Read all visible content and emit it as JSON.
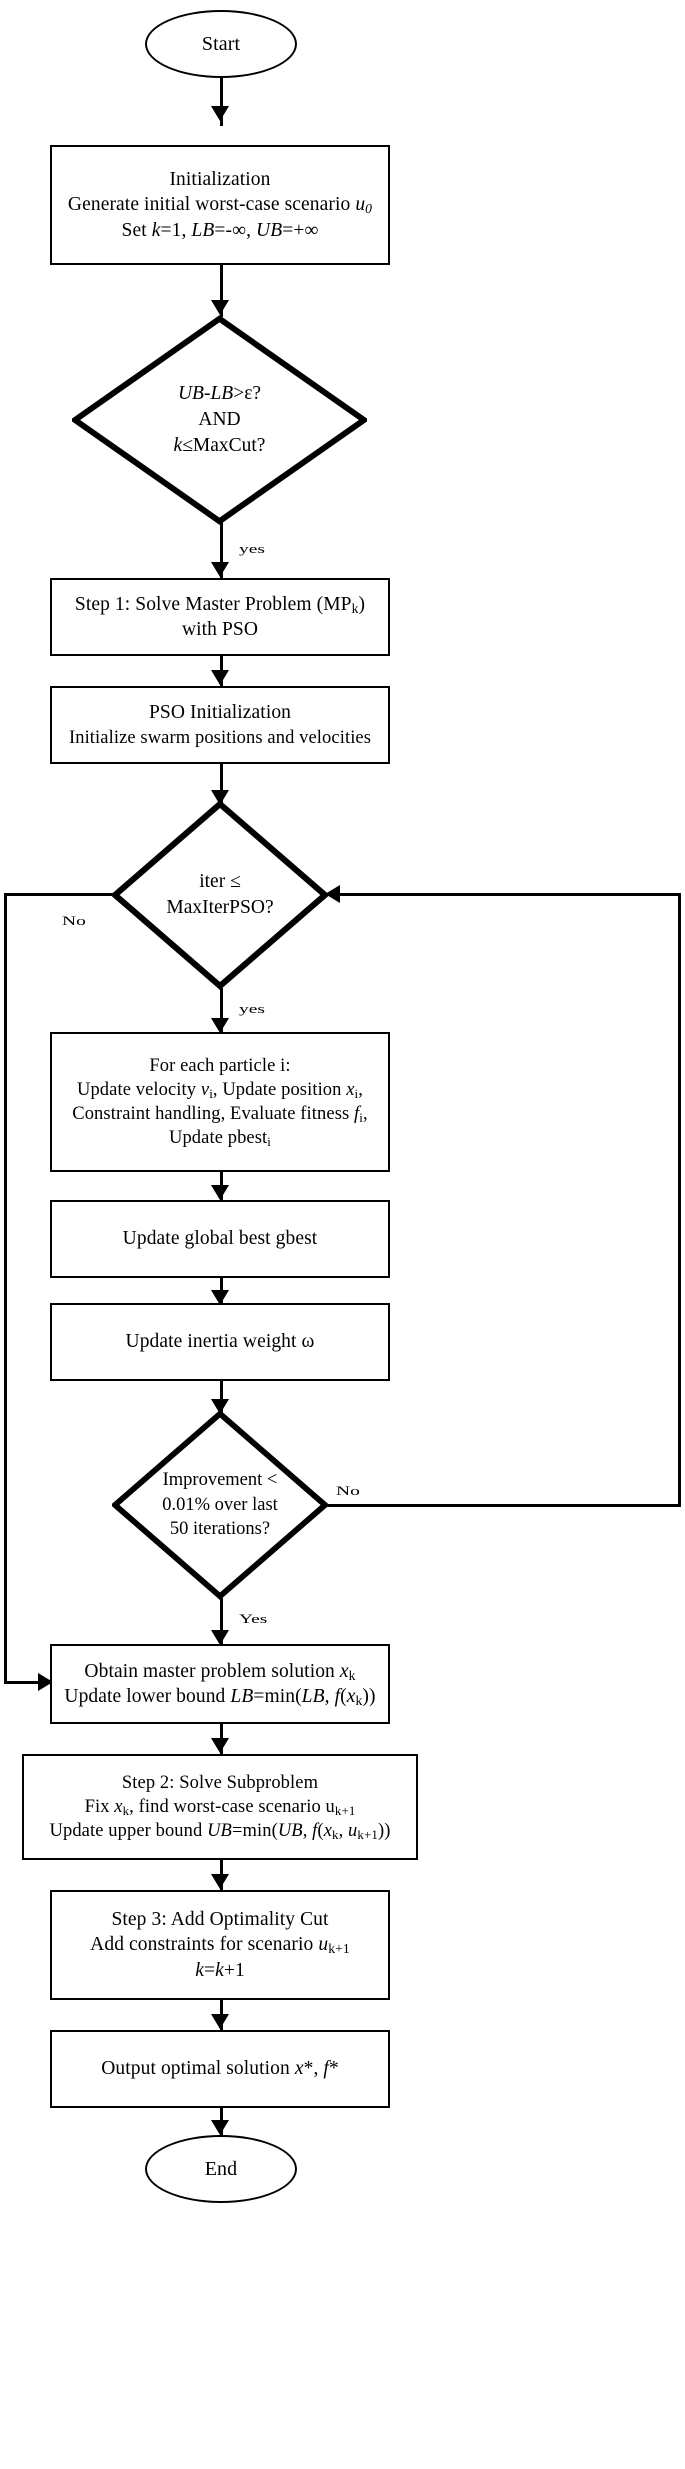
{
  "diagram": {
    "title": "Nested PSO / Benders-type decomposition flowchart",
    "type": "flowchart",
    "stroke_color": "#000000",
    "fill_color": "#ffffff"
  },
  "nodes": {
    "start": {
      "shape": "terminator",
      "label": "Start"
    },
    "initialization": {
      "shape": "process",
      "line1": "Initialization",
      "line2_a": "Generate initial worst-case scenario ",
      "line2_u": "u",
      "line2_u_sub": "0",
      "line3_set": "Set ",
      "line3_k": "k",
      "line3_k_eq": "=1, ",
      "line3_lb": "LB",
      "line3_lb_eq": "=-∞, ",
      "line3_ub": "UB",
      "line3_ub_eq": "=+∞"
    },
    "convergence_check": {
      "shape": "decision",
      "line1_ublb": "UB-LB",
      "line1_rest": ">ε?",
      "line2": "AND",
      "line3_k": "k",
      "line3_rest": "≤MaxCut?"
    },
    "step1": {
      "shape": "process",
      "line1_a": "Step 1: Solve Master Problem (MP",
      "line1_sub": "k",
      "line1_b": ")",
      "line2": "with PSO"
    },
    "pso_init": {
      "shape": "process",
      "line1": "PSO Initialization",
      "line2": "Initialize swarm positions and velocities"
    },
    "iter_check": {
      "shape": "decision",
      "line1": "iter ≤",
      "line2": "MaxIterPSO?"
    },
    "particle_update": {
      "shape": "process",
      "line1": "For each particle i:",
      "line2_a": "Update velocity ",
      "line2_v": "v",
      "line2_v_sub": "i",
      "line2_b": ", Update position ",
      "line2_x": "x",
      "line2_x_sub": "i",
      "line2_c": ",",
      "line3_a": "Constraint handling, Evaluate fitness ",
      "line3_f": "f",
      "line3_f_sub": "i",
      "line3_b": ",",
      "line4_a": "Update pbest",
      "line4_sub": "i"
    },
    "update_gbest": {
      "shape": "process",
      "line1": "Update global best gbest"
    },
    "update_inertia": {
      "shape": "process",
      "line1": "Update inertia weight ω"
    },
    "improvement_check": {
      "shape": "decision",
      "line1": "Improvement <",
      "line2": "0.01% over last",
      "line3": "50 iterations?"
    },
    "obtain_master": {
      "shape": "process",
      "line1_a": "Obtain master problem solution ",
      "line1_x": "x",
      "line1_x_sub": "k",
      "line2_a": "Update lower bound ",
      "line2_lb": "LB",
      "line2_b": "=min(",
      "line2_lb2": "LB",
      "line2_c": ", ",
      "line2_f": "f",
      "line2_d": "(",
      "line2_x": "x",
      "line2_x_sub": "k",
      "line2_e": "))"
    },
    "step2": {
      "shape": "process",
      "line1": "Step 2: Solve Subproblem",
      "line2_a": "Fix ",
      "line2_x": "x",
      "line2_x_sub": "k",
      "line2_b": ", find worst-case scenario u",
      "line2_u_sub": "k+1",
      "line3_a": "Update upper bound ",
      "line3_ub": "UB",
      "line3_b": "=min(",
      "line3_ub2": "UB",
      "line3_c": ", ",
      "line3_f": "f",
      "line3_d": "(",
      "line3_x": "x",
      "line3_x_sub": "k",
      "line3_e": ", ",
      "line3_u": "u",
      "line3_u_sub": "k+1",
      "line3_g": "))"
    },
    "step3": {
      "shape": "process",
      "line1": "Step 3: Add Optimality Cut",
      "line2_a": "Add constraints for scenario ",
      "line2_u": "u",
      "line2_u_sub": "k+1",
      "line3_k1": "k",
      "line3_eq": "=",
      "line3_k2": "k",
      "line3_plus": "+1"
    },
    "output": {
      "shape": "process",
      "line1_a": "Output optimal solution ",
      "line1_x": "x",
      "line1_b": "*, ",
      "line1_f": "f",
      "line1_c": "*"
    },
    "end": {
      "shape": "terminator",
      "label": "End"
    }
  },
  "edge_labels": {
    "convergence_yes": "yes",
    "iter_no": "No",
    "iter_yes": "yes",
    "improvement_no": "No",
    "improvement_yes": "Yes"
  }
}
